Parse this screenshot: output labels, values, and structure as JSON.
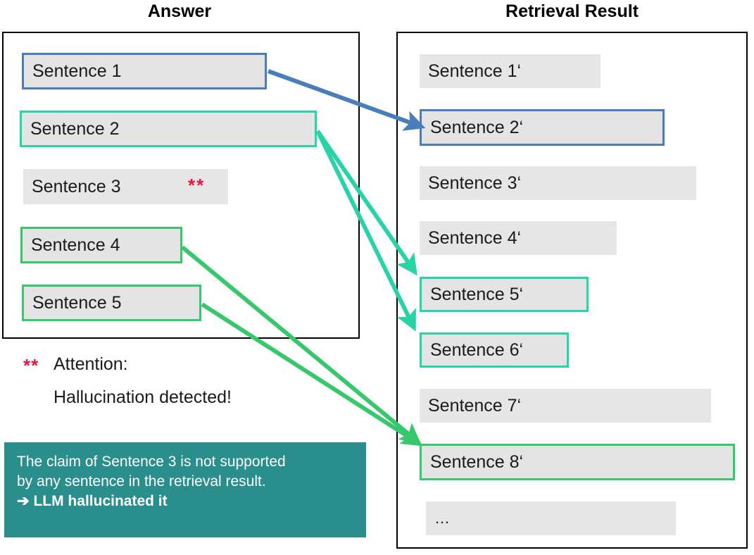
{
  "headings": {
    "answer": "Answer",
    "retrieval": "Retrieval Result"
  },
  "colors": {
    "blue": "#4a7ebb",
    "teal": "#29d3a8",
    "green": "#37c76c",
    "red": "#f0143c",
    "callout_bg": "#2a8e8d",
    "chip_bg": "#e6e6e6",
    "panel_border": "#000000"
  },
  "answer_panel": {
    "sentences": [
      {
        "label": "Sentence 1",
        "highlight": "blue",
        "marker": ""
      },
      {
        "label": "Sentence 2",
        "highlight": "teal",
        "marker": ""
      },
      {
        "label": "Sentence 3",
        "highlight": "none",
        "marker": "**"
      },
      {
        "label": "Sentence 4",
        "highlight": "green",
        "marker": ""
      },
      {
        "label": "Sentence 5",
        "highlight": "green",
        "marker": ""
      }
    ]
  },
  "retrieval_panel": {
    "sentences": [
      {
        "label": "Sentence 1‘",
        "highlight": "none"
      },
      {
        "label": "Sentence 2‘",
        "highlight": "blue"
      },
      {
        "label": "Sentence 3‘",
        "highlight": "none"
      },
      {
        "label": "Sentence 4‘",
        "highlight": "none"
      },
      {
        "label": "Sentence 5‘",
        "highlight": "teal"
      },
      {
        "label": "Sentence 6‘",
        "highlight": "teal"
      },
      {
        "label": "Sentence 7‘",
        "highlight": "none"
      },
      {
        "label": "Sentence 8‘",
        "highlight": "green"
      },
      {
        "label": "…",
        "highlight": "none"
      }
    ]
  },
  "attention": {
    "stars": "**",
    "line1": "Attention:",
    "line2": "Hallucination detected!"
  },
  "callout": {
    "line1": "The claim of Sentence 3 is not supported",
    "line2": "by any sentence in the retrieval result.",
    "arrow": "➔",
    "line3": "LLM hallucinated it"
  },
  "arrows": [
    {
      "name": "arrow-sentence1-to-sentence2prime",
      "color": "#4a7ebb"
    },
    {
      "name": "arrow-sentence2-to-sentence5prime",
      "color": "#29d3a8"
    },
    {
      "name": "arrow-sentence2-to-sentence6prime",
      "color": "#29d3a8"
    },
    {
      "name": "arrow-sentence4-to-sentence8prime",
      "color": "#37c76c"
    },
    {
      "name": "arrow-sentence5-to-sentence8prime",
      "color": "#37c76c"
    }
  ]
}
